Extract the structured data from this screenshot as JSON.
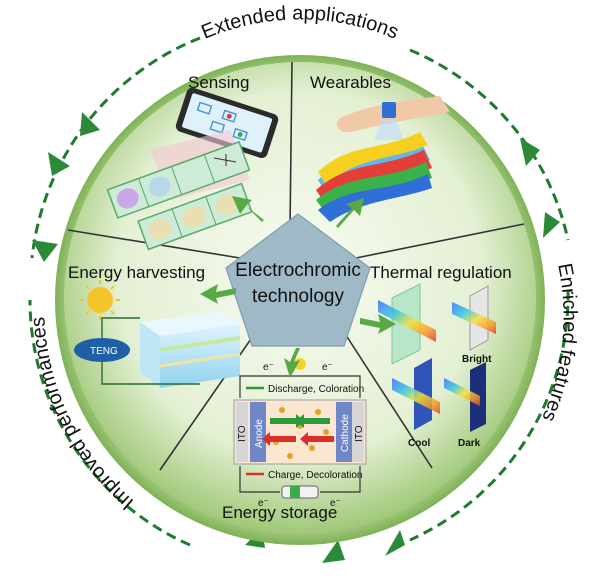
{
  "ring": {
    "top": "Extended applications",
    "right": "Enriched features",
    "left": "Improved performances"
  },
  "center": {
    "line1": "Electrochromic",
    "line2": "technology"
  },
  "segments": {
    "sensing": "Sensing",
    "wearables": "Wearables",
    "energy_harvesting": "Energy harvesting",
    "thermal_regulation": "Thermal regulation",
    "energy_storage": "Energy storage"
  },
  "energy_harvesting_detail": {
    "teng": "TENG"
  },
  "thermal_detail": {
    "bright": "Bright",
    "cool": "Cool",
    "dark": "Dark"
  },
  "storage_detail": {
    "discharge": "Discharge, Coloration",
    "charge": "Charge, Decoloration",
    "anode": "Anode",
    "cathode": "Cathode",
    "ito": "ITO",
    "electron": "e⁻"
  },
  "colors": {
    "ring_dash": "#1e7a2c",
    "arrow_green": "#5aa845",
    "pentagon": "#9fb9c7",
    "disk_dark": "#a8cc7e",
    "disk_light": "#eef6e2"
  }
}
